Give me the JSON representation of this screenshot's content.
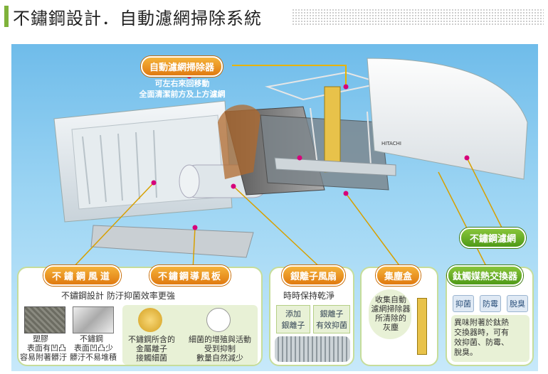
{
  "header": {
    "title": "不鏽鋼設計．自動濾網掃除系統"
  },
  "labels": {
    "auto_filter": "自動濾網掃除器",
    "auto_filter_sub1": "可左右來回移動",
    "auto_filter_sub2": "全面清潔前方及上方濾網",
    "ss_filter": "不鏽鋼濾網",
    "ss_blade": "不鏽鋼風道",
    "ss_louver": "不鏽鋼導風板",
    "silver_fan": "銀離子風扇",
    "dust_box": "集塵盒",
    "titanium": "鈦觸媒熱交換器",
    "brand": "HITACHI"
  },
  "panels": {
    "ss_text": "不鏽鋼設計 防汙抑菌效率更強",
    "plastic": "塑膠",
    "plastic_d1": "表面有凹凸",
    "plastic_d2": "容易附著髒汙",
    "steel": "不鏽鋼",
    "steel_d1": "表面凹凸少",
    "steel_d2": "髒汙不易堆積",
    "metal_d1": "不鏽鋼所含的",
    "metal_d2": "金屬離子",
    "metal_d3": "接觸細菌",
    "bact_d1": "細菌的增殖與活動",
    "bact_d2": "受到抑制",
    "bact_d3": "數量自然減少",
    "fan_text": "時時保持乾淨",
    "fan_tag1a": "添加",
    "fan_tag1b": "銀離子",
    "fan_tag2a": "銀離子",
    "fan_tag2b": "有效抑菌",
    "dust_d1": "收集自動",
    "dust_d2": "濾網掃除器",
    "dust_d3": "所清除的",
    "dust_d4": "灰塵",
    "ti_b1": "抑菌",
    "ti_b2": "防霉",
    "ti_b3": "脫臭",
    "ti_d1": "異味附著於鈦熱",
    "ti_d2": "交換器時，可有",
    "ti_d3": "效抑菌、防霉、",
    "ti_d4": "脫臭。"
  }
}
